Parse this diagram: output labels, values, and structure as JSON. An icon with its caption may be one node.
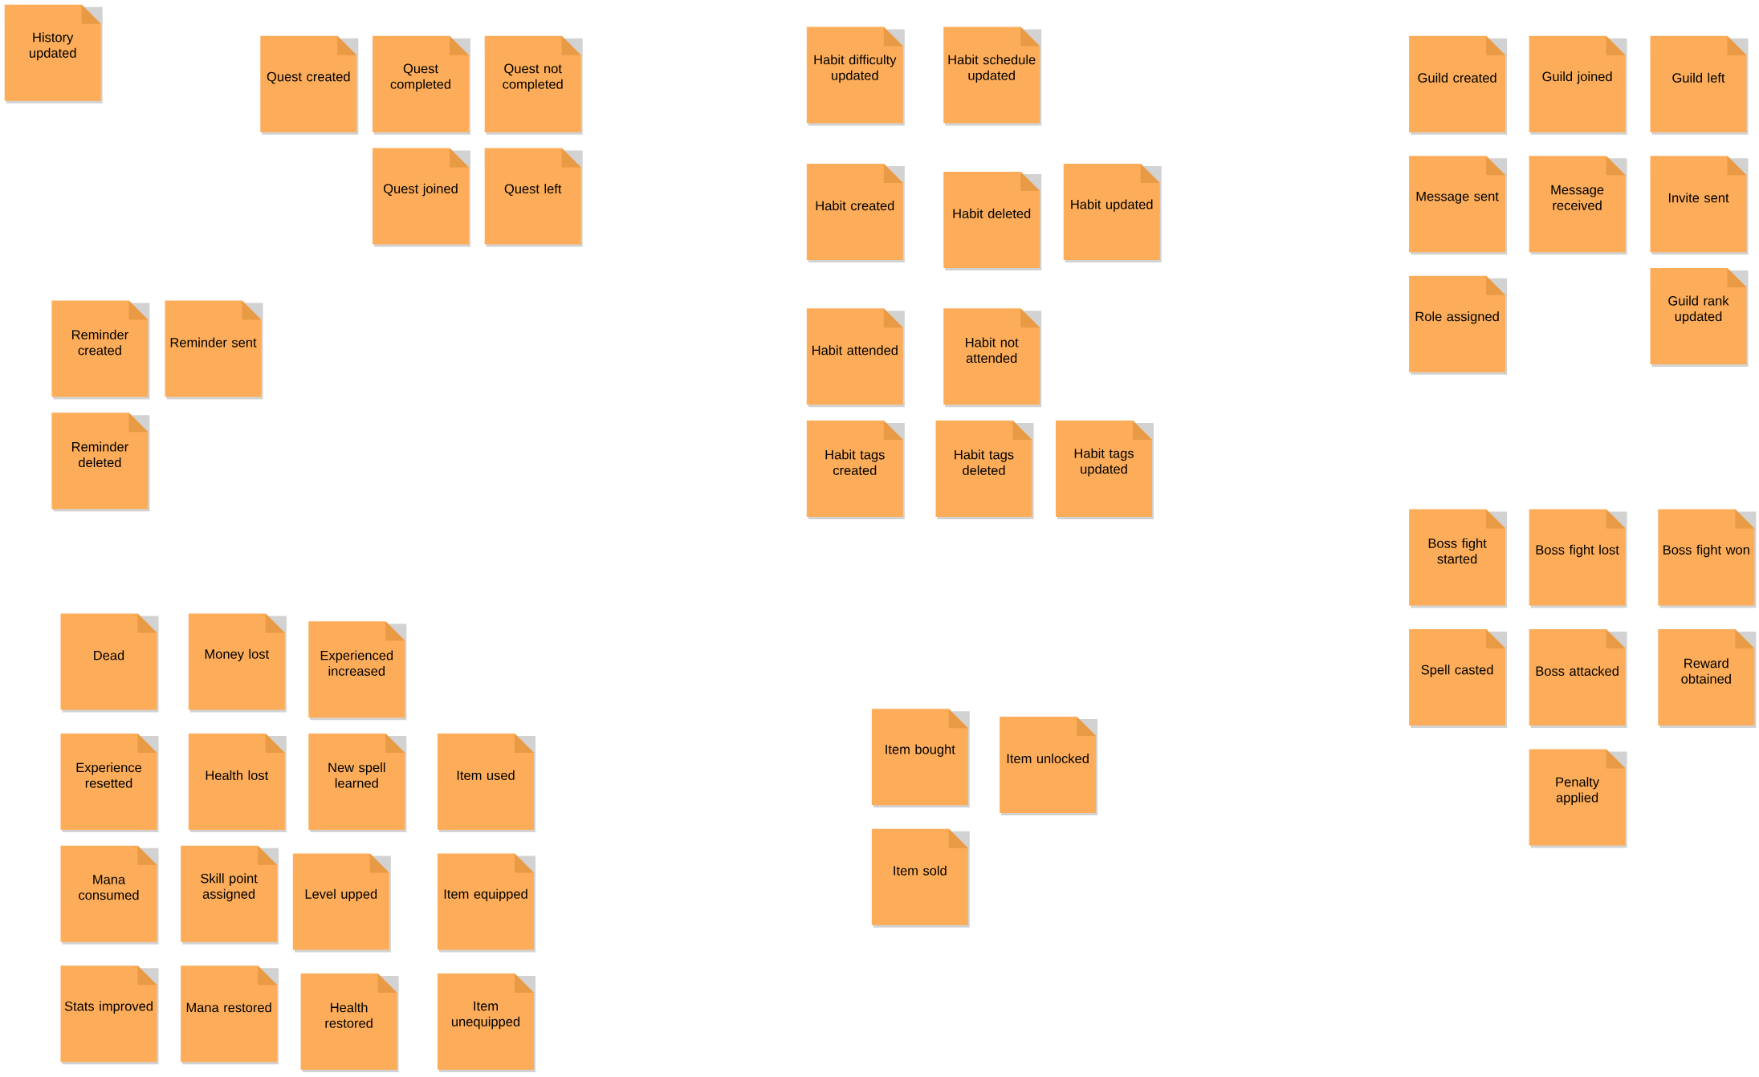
{
  "diagram": {
    "nodes": [
      {
        "text": [
          "History updated"
        ]
      },
      {
        "text": [
          "Quest created"
        ]
      },
      {
        "text": [
          "Quest completed"
        ]
      },
      {
        "text": [
          "Quest not completed"
        ]
      },
      {
        "text": [
          "Quest joined"
        ]
      },
      {
        "text": [
          "Quest left"
        ]
      },
      {
        "text": [
          "Habit difficulty updated"
        ]
      },
      {
        "text": [
          "Habit schedule updated"
        ]
      },
      {
        "text": [
          "Habit created"
        ]
      },
      {
        "text": [
          "Habit deleted"
        ]
      },
      {
        "text": [
          "Habit updated"
        ]
      },
      {
        "text": [
          "Habit attended"
        ]
      },
      {
        "text": [
          "Habit not attended"
        ]
      },
      {
        "text": [
          "Habit tags created"
        ]
      },
      {
        "text": [
          "Habit tags deleted"
        ]
      },
      {
        "text": [
          "Habit tags updated"
        ]
      },
      {
        "text": [
          "Guild created"
        ]
      },
      {
        "text": [
          "Guild joined"
        ]
      },
      {
        "text": [
          "Guild left"
        ]
      },
      {
        "text": [
          "Message sent"
        ]
      },
      {
        "text": [
          "Message received"
        ]
      },
      {
        "text": [
          "Invite sent"
        ]
      },
      {
        "text": [
          "Role assigned"
        ]
      },
      {
        "text": [
          "Guild rank updated"
        ]
      },
      {
        "text": [
          "Reminder created"
        ]
      },
      {
        "text": [
          "Reminder sent"
        ]
      },
      {
        "text": [
          "Reminder deleted"
        ]
      },
      {
        "text": [
          "Boss fight started"
        ]
      },
      {
        "text": [
          "Boss fight lost"
        ]
      },
      {
        "text": [
          "Boss fight won"
        ]
      },
      {
        "text": [
          "Spell casted"
        ]
      },
      {
        "text": [
          "Boss attacked"
        ]
      },
      {
        "text": [
          "Reward obtained"
        ]
      },
      {
        "text": [
          "Penalty applied"
        ]
      },
      {
        "text": [
          "Dead"
        ]
      },
      {
        "text": [
          "Money lost"
        ]
      },
      {
        "text": [
          "Experienced increased"
        ]
      },
      {
        "text": [
          "Experience resetted"
        ]
      },
      {
        "text": [
          "Health lost"
        ]
      },
      {
        "text": [
          "New spell learned"
        ]
      },
      {
        "text": [
          "Item used"
        ]
      },
      {
        "text": [
          "Mana consumed"
        ]
      },
      {
        "text": [
          "Skill point assigned"
        ]
      },
      {
        "text": [
          "Level upped"
        ]
      },
      {
        "text": [
          "Item equipped"
        ]
      },
      {
        "text": [
          "Stats improved"
        ]
      },
      {
        "text": [
          "Mana restored"
        ]
      },
      {
        "text": [
          "Health restored"
        ]
      },
      {
        "text": [
          "Item unequipped"
        ]
      },
      {
        "text": [
          "Item bought"
        ]
      },
      {
        "text": [
          "Item unlocked"
        ]
      },
      {
        "text": [
          "Item sold"
        ]
      }
    ]
  }
}
